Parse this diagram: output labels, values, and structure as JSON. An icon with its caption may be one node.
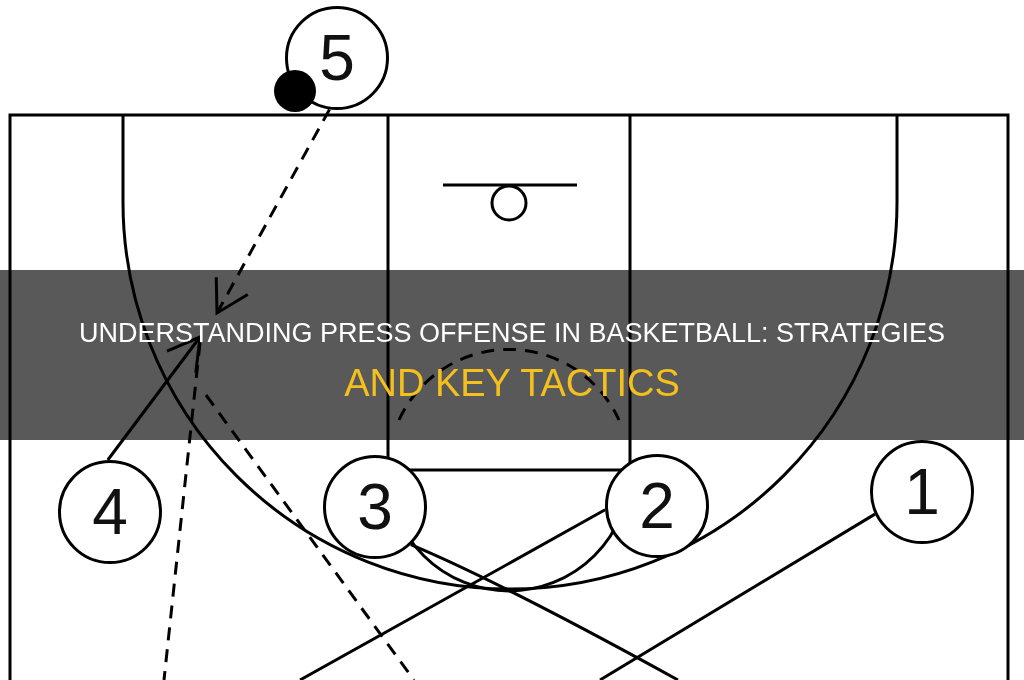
{
  "diagram": {
    "title": "UNDERSTANDING PRESS OFFENSE IN BASKETBALL: STRATEGIES AND KEY TACTICS",
    "nodes": [
      {
        "text": [
          "5"
        ]
      },
      {
        "text": [],
        "shape": "circle"
      },
      {
        "text": [
          "4"
        ]
      },
      {
        "text": [
          "3"
        ]
      },
      {
        "text": [
          "2"
        ]
      },
      {
        "text": [
          "1"
        ]
      }
    ],
    "edges": [
      {
        "from": 0,
        "to": null,
        "arrow": "to",
        "style": "dashed"
      },
      {
        "from": 2,
        "to": null,
        "arrow": "to"
      },
      {
        "from": 3,
        "to": null,
        "arrow": "none"
      },
      {
        "from": 4,
        "to": null,
        "arrow": "none"
      },
      {
        "from": 5,
        "to": null,
        "arrow": "none"
      }
    ]
  }
}
